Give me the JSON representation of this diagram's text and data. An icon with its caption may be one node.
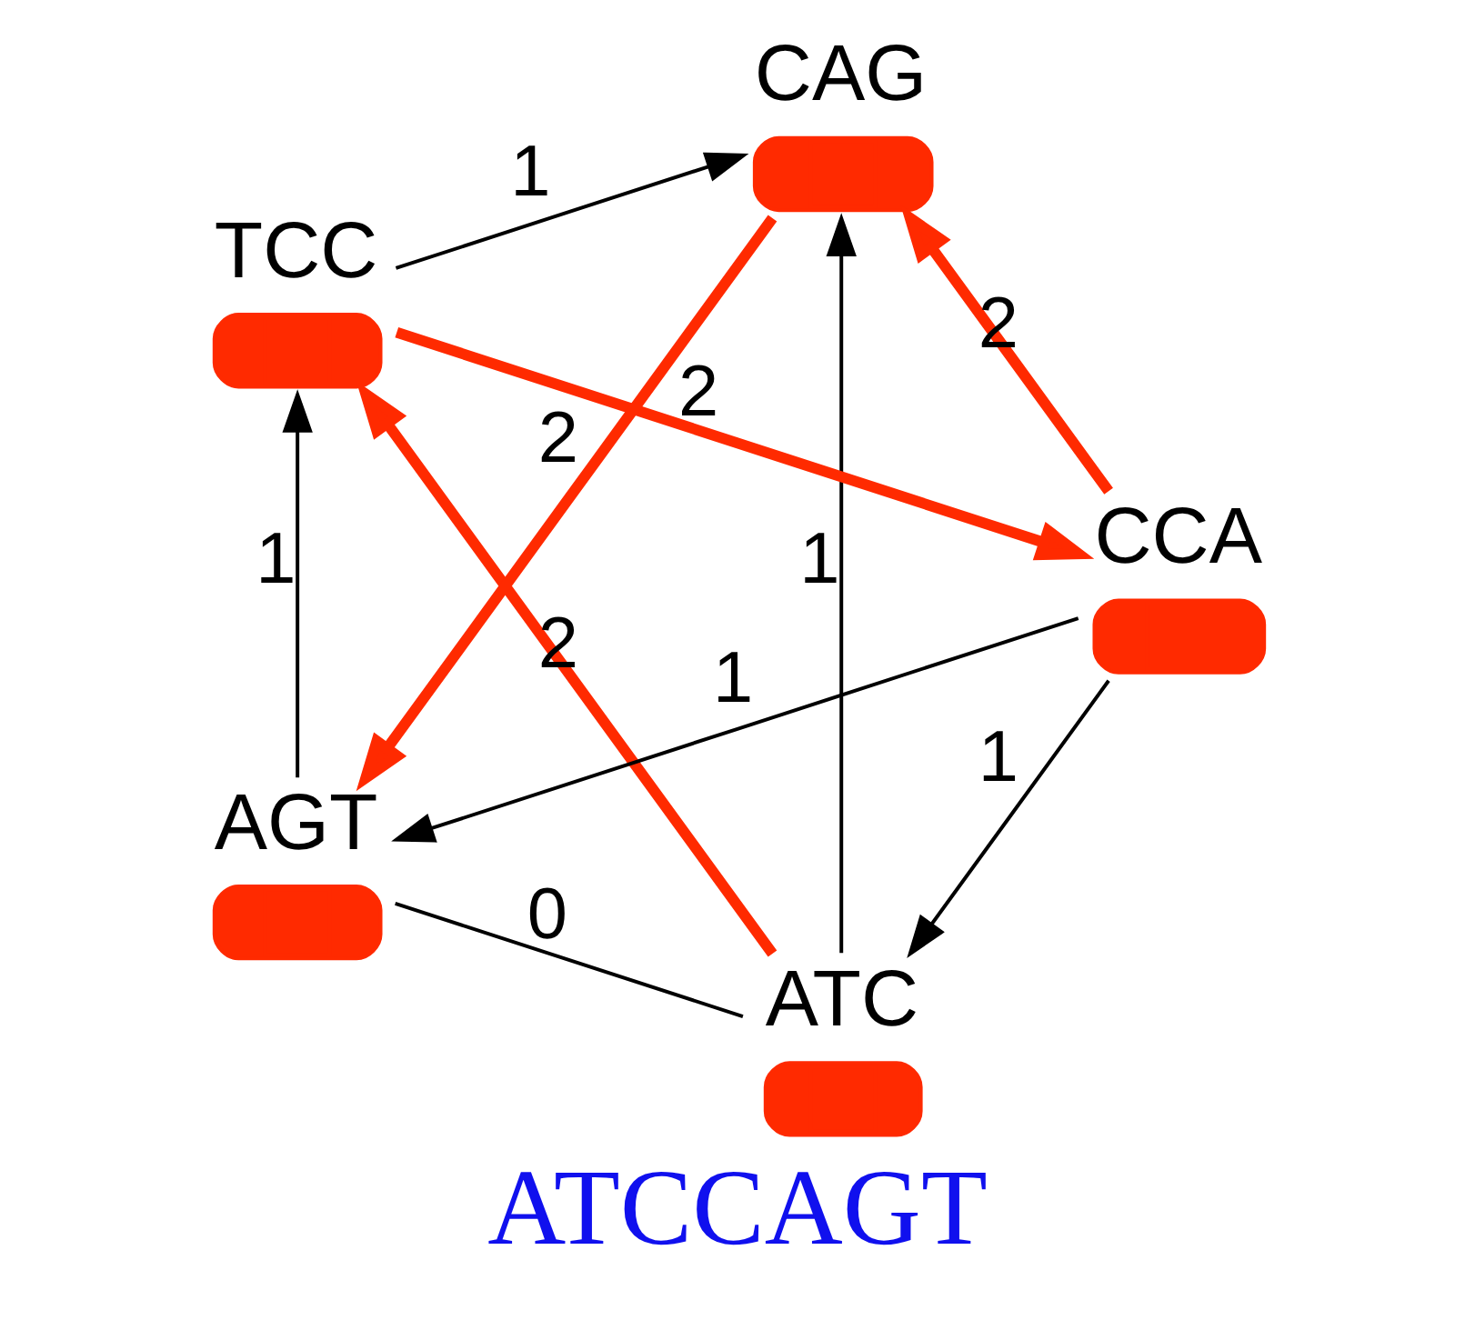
{
  "diagram": {
    "caption": "ATCCAGT",
    "nodes": [
      {
        "text": [
          "ATC"
        ]
      },
      {
        "text": [
          "AGT"
        ]
      },
      {
        "text": [
          "CCA"
        ]
      },
      {
        "text": [
          "CAG"
        ]
      },
      {
        "text": [
          "TCC"
        ]
      }
    ],
    "edges": [
      {
        "from": 0,
        "to": 1,
        "arrow": "none",
        "label": "0"
      },
      {
        "from": 0,
        "to": 3,
        "arrow": "to",
        "label": "1"
      },
      {
        "from": 0,
        "to": 4,
        "arrow": "to",
        "label": "2",
        "style": "thick",
        "color": "#ff2a00"
      },
      {
        "from": 2,
        "to": 0,
        "arrow": "to",
        "label": "1"
      },
      {
        "from": 2,
        "to": 1,
        "arrow": "to",
        "label": "1"
      },
      {
        "from": 1,
        "to": 4,
        "arrow": "to",
        "label": "1"
      },
      {
        "from": 4,
        "to": 3,
        "arrow": "to",
        "label": "1"
      },
      {
        "from": 3,
        "to": 1,
        "arrow": "to",
        "label": "2",
        "style": "thick",
        "color": "#ff2a00"
      },
      {
        "from": 4,
        "to": 2,
        "arrow": "to",
        "label": "2",
        "style": "thick",
        "color": "#ff2a00"
      },
      {
        "from": 2,
        "to": 3,
        "arrow": "to",
        "label": "2",
        "style": "thick",
        "color": "#ff2a00"
      }
    ]
  }
}
